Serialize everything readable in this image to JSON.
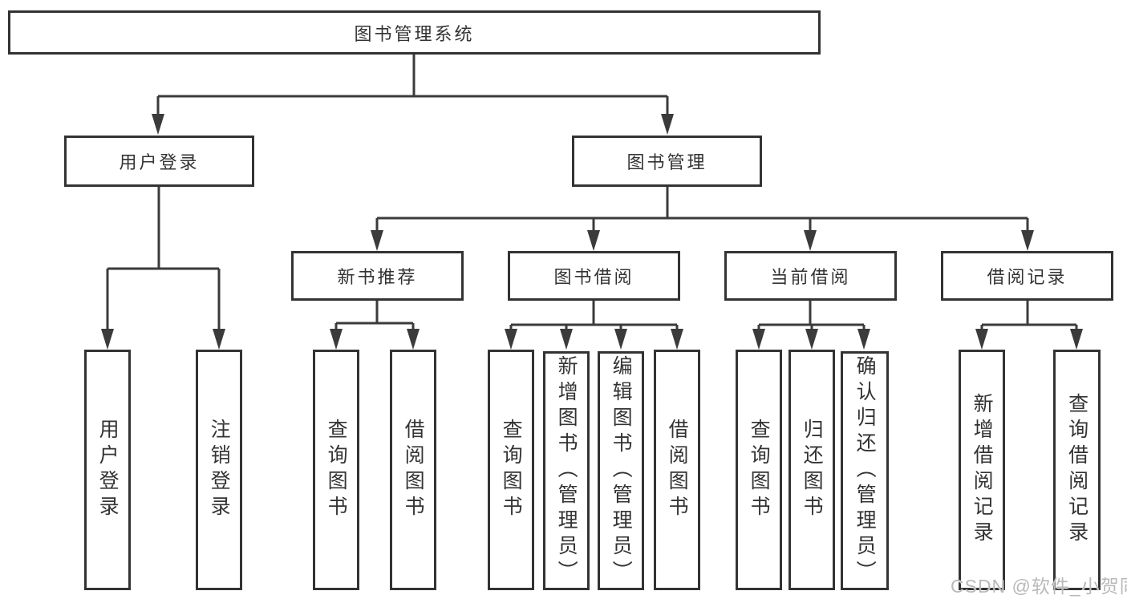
{
  "colors": {
    "bg": "#ffffff",
    "line": "#3b3b3b",
    "box-border": "#333333",
    "box-bg": "#ffffff",
    "text": "#333333",
    "watermark": "#b9b9b9"
  },
  "tree": {
    "root": {
      "label": "图书管理系统"
    },
    "children": [
      {
        "label": "用户登录",
        "children": [
          {
            "label": "用户登录"
          },
          {
            "label": "注销登录"
          }
        ]
      },
      {
        "label": "图书管理",
        "children": [
          {
            "label": "新书推荐",
            "children": [
              {
                "label": "查询图书"
              },
              {
                "label": "借阅图书"
              }
            ]
          },
          {
            "label": "图书借阅",
            "children": [
              {
                "label": "查询图书"
              },
              {
                "label": "新增图书（管理员）"
              },
              {
                "label": "编辑图书（管理员）"
              },
              {
                "label": "借阅图书"
              }
            ]
          },
          {
            "label": "当前借阅",
            "children": [
              {
                "label": "查询图书"
              },
              {
                "label": "归还图书"
              },
              {
                "label": "确认归还（管理员）"
              }
            ]
          },
          {
            "label": "借阅记录",
            "children": [
              {
                "label": "新增借阅记录"
              },
              {
                "label": "查询借阅记录"
              }
            ]
          }
        ]
      }
    ]
  },
  "watermark": {
    "text": "CSDN @软件_小贺同学"
  }
}
